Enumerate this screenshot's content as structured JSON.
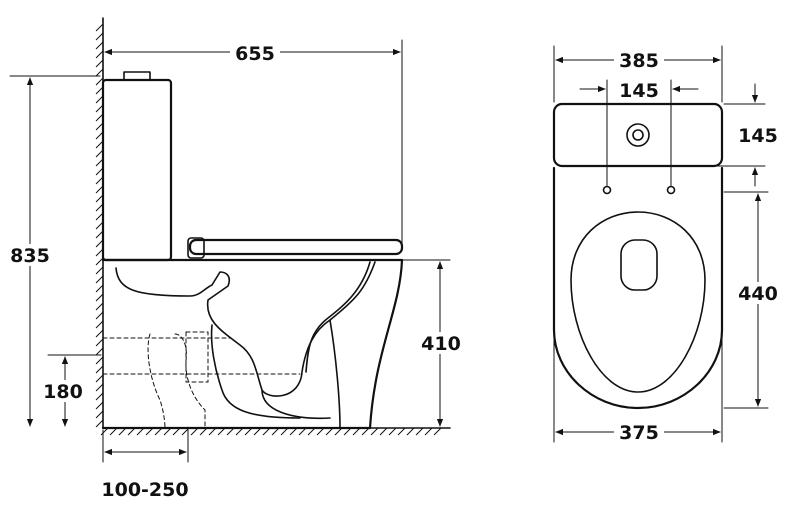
{
  "dimensions": {
    "total_length": "655",
    "total_height": "835",
    "bowl_height": "410",
    "outlet_height": "180",
    "outlet_offset": "100-250",
    "tank_width": "385",
    "fixing_spacing": "145",
    "tank_depth": "145",
    "seat_length": "440",
    "bowl_width": "375"
  },
  "colors": {
    "line": "#111111",
    "background": "#ffffff"
  }
}
